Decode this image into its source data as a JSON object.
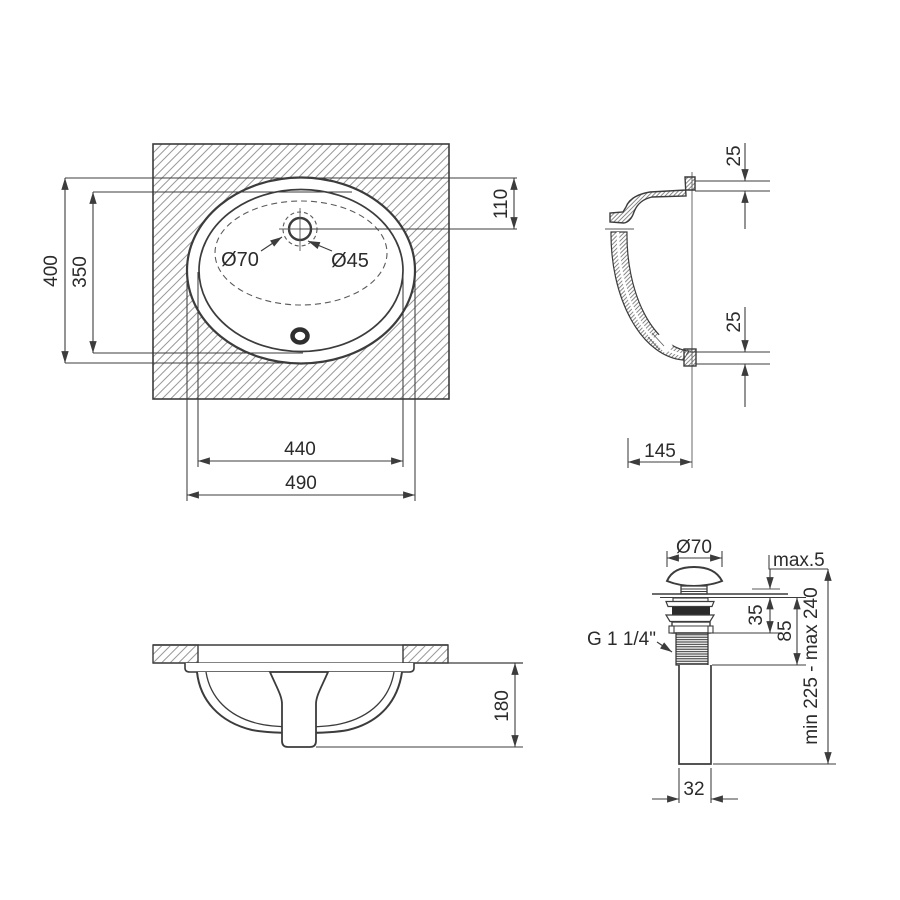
{
  "drawing": {
    "title": "washbasin-technical-drawing",
    "colors": {
      "line": "#3c3c3c",
      "hatch": "#9a9a9a",
      "background": "#ffffff"
    },
    "labels": {
      "top_height_outer": "400",
      "top_height_inner": "350",
      "top_faucet_offset": "110",
      "top_hole_large": "Ø70",
      "top_hole_small": "Ø45",
      "top_width_inner": "440",
      "top_width_outer": "490",
      "section_lip_thickness": "25",
      "section_bottom_thickness": "25",
      "section_depth": "145",
      "front_height": "180",
      "drain_cap_dia": "Ø70",
      "drain_max_above": "max.5",
      "drain_flange_h": "35",
      "drain_body_h": "85",
      "drain_length_range": "min 225 - max 240",
      "drain_thread": "G 1 1/4\"",
      "drain_pipe_dia": "32"
    }
  }
}
